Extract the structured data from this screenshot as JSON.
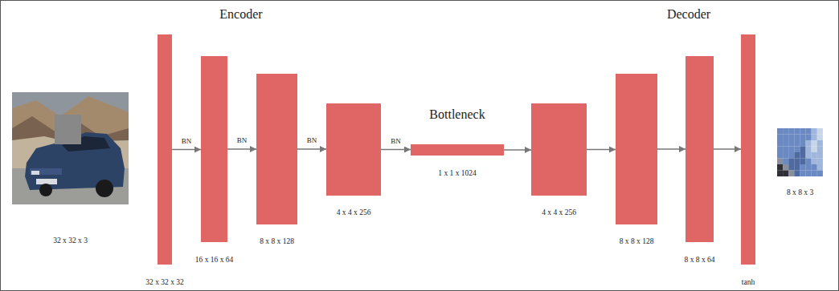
{
  "diagram": {
    "nodes": [
      {
        "text": [
          "32 x 32 x 3"
        ]
      },
      {
        "text": [
          "32 x 32 x 32"
        ]
      },
      {
        "text": [
          "16 x 16 x 64"
        ]
      },
      {
        "text": [
          "8 x 8 x 128"
        ]
      },
      {
        "text": [
          "4 x 4 x 256"
        ]
      },
      {
        "text": [
          "Bottleneck",
          "1 x 1 x 1024"
        ]
      },
      {
        "text": [
          "4 x 4 x 256"
        ]
      },
      {
        "text": [
          "8 x 8 x 128"
        ]
      },
      {
        "text": [
          "8 x 8 x 64"
        ]
      },
      {
        "text": [
          "tanh"
        ]
      },
      {
        "text": [
          "8 x 8 x 3"
        ]
      }
    ],
    "edges": [
      {
        "from": 1,
        "to": 2,
        "label": "BN",
        "arrow": "to"
      },
      {
        "from": 2,
        "to": 3,
        "label": "BN",
        "arrow": "to"
      },
      {
        "from": 3,
        "to": 4,
        "label": "BN",
        "arrow": "to"
      },
      {
        "from": 4,
        "to": 5,
        "label": "BN",
        "arrow": "to"
      },
      {
        "from": 5,
        "to": 6,
        "arrow": "to"
      },
      {
        "from": 6,
        "to": 7,
        "arrow": "to"
      },
      {
        "from": 7,
        "to": 8,
        "arrow": "to"
      },
      {
        "from": 8,
        "to": 9,
        "arrow": "to"
      }
    ],
    "labels": [
      "Encoder",
      "Decoder"
    ]
  }
}
